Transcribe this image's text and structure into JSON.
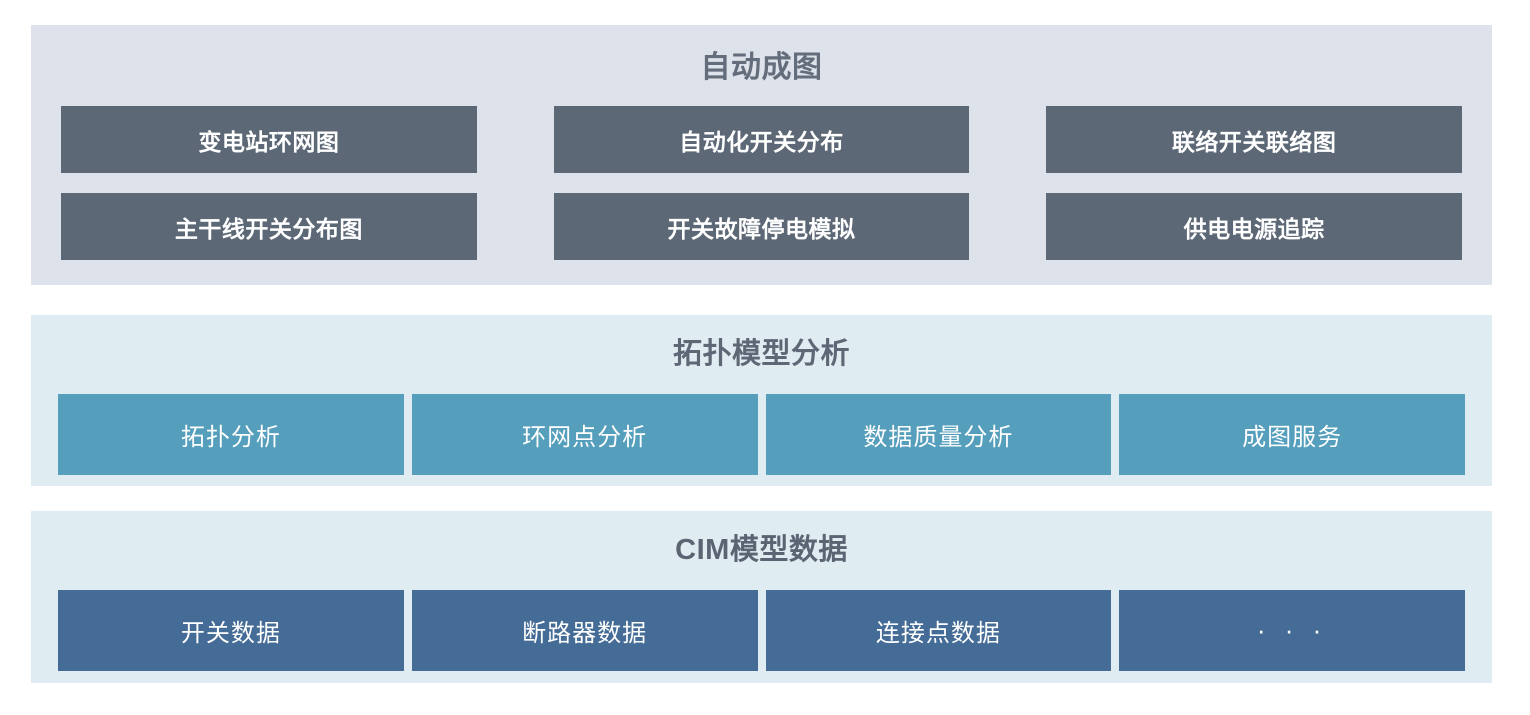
{
  "sections": [
    {
      "id": "auto-mapping",
      "title": "自动成图",
      "background": "#dee2ea",
      "tile_color": "#5d6877",
      "title_color": "#646d7b",
      "rows": [
        [
          {
            "label": "变电站环网图"
          },
          {
            "label": "自动化开关分布"
          },
          {
            "label": "联络开关联络图"
          }
        ],
        [
          {
            "label": "主干线开关分布图"
          },
          {
            "label": "开关故障停电模拟"
          },
          {
            "label": "供电电源追踪"
          }
        ]
      ]
    },
    {
      "id": "topology",
      "title": "拓扑模型分析",
      "background": "#dfecf2",
      "tile_color": "#559ebc",
      "title_color": "#5d6775",
      "rows": [
        [
          {
            "label": "拓扑分析"
          },
          {
            "label": "环网点分析"
          },
          {
            "label": "数据质量分析"
          },
          {
            "label": "成图服务"
          }
        ]
      ]
    },
    {
      "id": "cim",
      "title": "CIM模型数据",
      "background": "#dfecf2",
      "tile_color": "#456c96",
      "title_color": "#5a6472",
      "rows": [
        [
          {
            "label": "开关数据"
          },
          {
            "label": "断路器数据"
          },
          {
            "label": "连接点数据"
          },
          {
            "label": "· · ·"
          }
        ]
      ]
    }
  ]
}
